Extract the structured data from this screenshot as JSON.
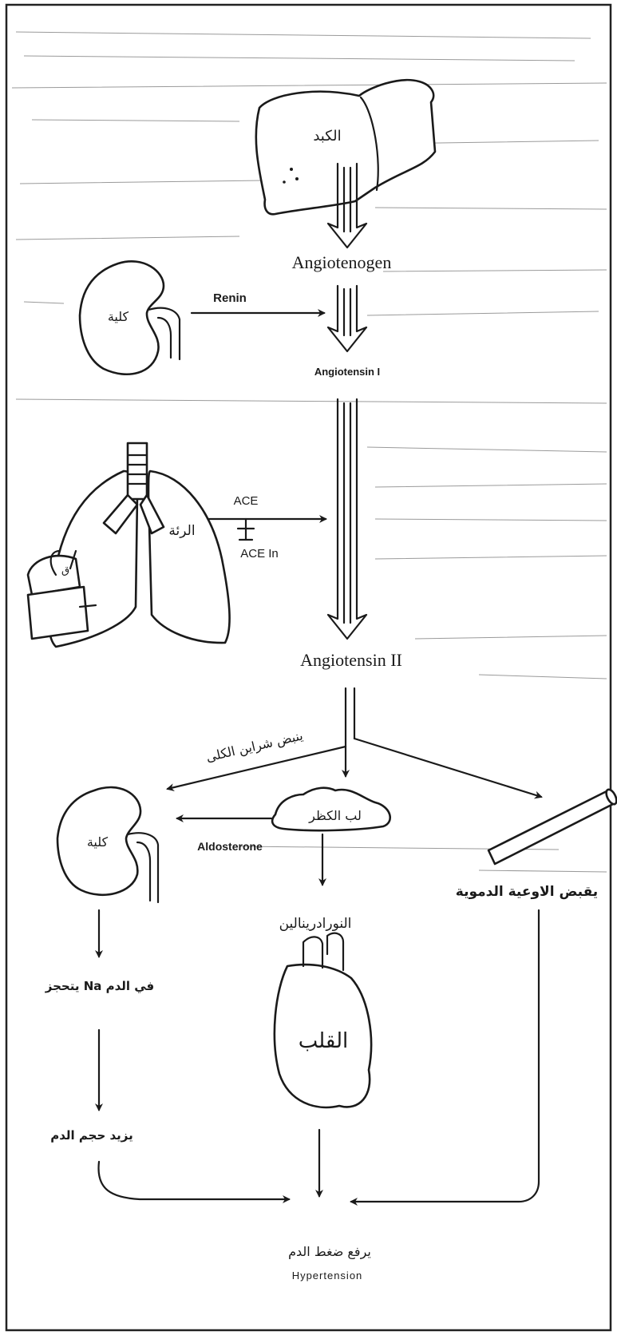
{
  "organs": {
    "liver": "الكبد",
    "kidney_top": "كلية",
    "lungs": "الرئة",
    "lungs_small": "ق",
    "kidney_bottom": "كلية",
    "adrenal": "لب الكظر",
    "heart": "القلب"
  },
  "molecules": {
    "angiotensinogen": "Angiotenogen",
    "angiotensin_1": "Angiotensin I",
    "angiotensin_2": "Angiotensin II"
  },
  "enzymes": {
    "renin": "Renin",
    "ace": "ACE",
    "ace_inhibitor": "ACE In"
  },
  "effects": {
    "renal_artery_constriction": "ينبض شراين الكلى",
    "aldosterone": "Aldosterone",
    "vasoconstriction": "يقبض الاوعية الدموية",
    "noradrenaline": "النورادرينالين",
    "na_retention": "يتحجز Na في الدم",
    "blood_volume": "يزيد حجم الدم",
    "raise_bp": "يرفع ضغط الدم",
    "hypertension": "Hypertension"
  }
}
